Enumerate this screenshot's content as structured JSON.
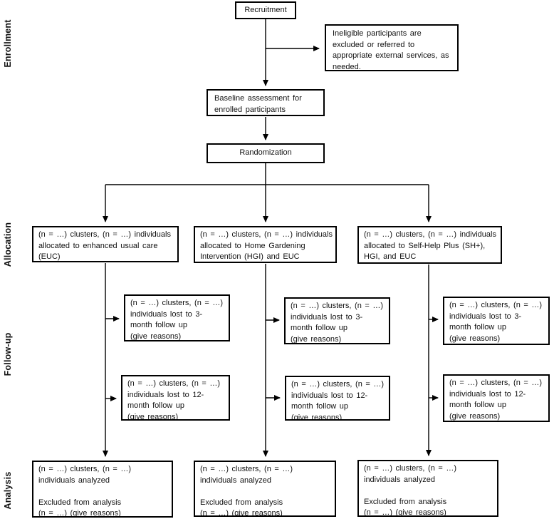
{
  "sections": {
    "enrollment": {
      "label": "Enrollment"
    },
    "allocation": {
      "label": "Allocation"
    },
    "followup": {
      "label": "Follow-up"
    },
    "analysis": {
      "label": "Analysis"
    }
  },
  "boxes": {
    "recruitment": {
      "text": "Recruitment"
    },
    "ineligible": {
      "text": "Ineligible participants are\nexcluded or referred to\nappropriate external services, as\nneeded."
    },
    "baseline": {
      "text": "Baseline assessment for\nenrolled participants"
    },
    "randomization": {
      "text": "Randomization"
    },
    "alloc_euc": {
      "text": "(n = …) clusters, (n = …) individuals\nallocated to enhanced usual care\n(EUC)"
    },
    "alloc_hgi": {
      "text": "(n = …) clusters, (n = …) individuals\nallocated to Home Gardening\nIntervention (HGI) and EUC"
    },
    "alloc_shp": {
      "text": "(n = …) clusters, (n = …) individuals\nallocated to Self-Help Plus (SH+),\nHGI, and EUC"
    },
    "lost3_euc": {
      "text": "(n = …) clusters, (n = …)\nindividuals lost to 3-\nmonth follow up\n(give reasons)"
    },
    "lost3_hgi": {
      "text": "(n = …) clusters, (n = …)\nindividuals lost to 3-\nmonth follow up\n(give reasons)"
    },
    "lost3_shp": {
      "text": "(n = …) clusters, (n = …)\nindividuals lost to 3-\nmonth follow up\n(give reasons)"
    },
    "lost12_euc": {
      "text": "(n = …) clusters, (n = …)\nindividuals lost to 12-\nmonth follow up\n(give reasons)"
    },
    "lost12_hgi": {
      "text": "(n = …) clusters, (n = …)\nindividuals lost to 12-\nmonth follow up\n(give reasons)"
    },
    "lost12_shp": {
      "text": "(n = …) clusters, (n = …)\nindividuals lost to 12-\nmonth follow up\n(give reasons)"
    },
    "analysis_euc": {
      "text": "(n = …) clusters, (n = …)\nindividuals analyzed\n\nExcluded from analysis\n(n = …) (give reasons)"
    },
    "analysis_hgi": {
      "text": "(n = …) clusters, (n = …)\nindividuals analyzed\n\nExcluded from analysis\n(n = …) (give reasons)"
    },
    "analysis_shp": {
      "text": "(n = …) clusters, (n = …)\nindividuals analyzed\n\nExcluded from analysis\n(n = …) (give reasons)"
    }
  },
  "colors": {
    "background": "#ffffff",
    "box_border": "#000000",
    "line": "#000000",
    "text": "#111111"
  }
}
